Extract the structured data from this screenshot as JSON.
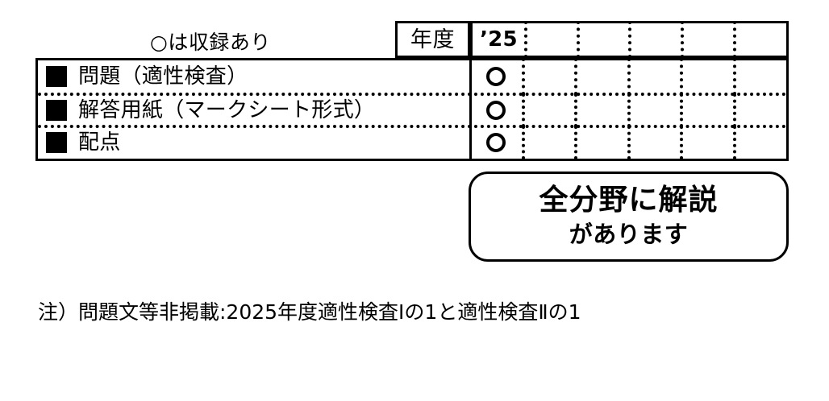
{
  "legend": {
    "mark": "○",
    "text": "は収録あり",
    "full": "○は収録あり"
  },
  "table": {
    "header_label": "年度",
    "year_columns": [
      "’25",
      "",
      "",
      "",
      "",
      ""
    ],
    "rows": [
      {
        "label": "問題（適性検査）",
        "marks": [
          "○",
          "",
          "",
          "",
          "",
          ""
        ]
      },
      {
        "label": "解答用紙（マークシート形式）",
        "marks": [
          "○",
          "",
          "",
          "",
          "",
          ""
        ]
      },
      {
        "label": "配点",
        "marks": [
          "○",
          "",
          "",
          "",
          "",
          ""
        ]
      }
    ]
  },
  "callout": {
    "line1": "全分野に解説",
    "line2": "があります"
  },
  "footnote": {
    "text": "注）問題文等非掲載:2025年度適性検査Ⅰの1と適性検査Ⅱの1"
  },
  "colors": {
    "ink": "#000000",
    "paper": "#ffffff"
  }
}
